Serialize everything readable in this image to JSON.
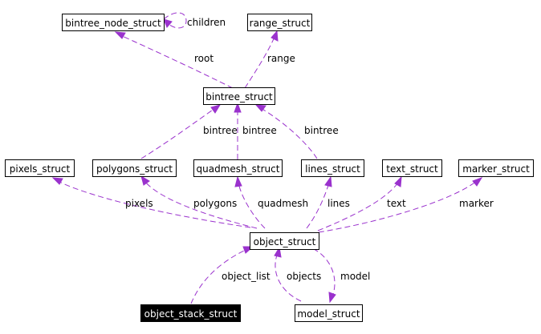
{
  "diagram": {
    "edge_color": "#9a32cd",
    "nodes": {
      "bintree_node": "bintree_node_struct",
      "range": "range_struct",
      "bintree": "bintree_struct",
      "pixels": "pixels_struct",
      "polygons": "polygons_struct",
      "quadmesh": "quadmesh_struct",
      "lines": "lines_struct",
      "text": "text_struct",
      "marker": "marker_struct",
      "object": "object_struct",
      "object_stack": "object_stack_struct",
      "model": "model_struct"
    },
    "edge_labels": {
      "children": "children",
      "root": "root",
      "range": "range",
      "bintree_polygons": "bintree",
      "bintree_quadmesh": "bintree",
      "bintree_lines": "bintree",
      "pixels": "pixels",
      "polygons": "polygons",
      "quadmesh": "quadmesh",
      "lines": "lines",
      "text": "text",
      "marker": "marker",
      "object_list": "object_list",
      "objects": "objects",
      "model": "model"
    }
  }
}
